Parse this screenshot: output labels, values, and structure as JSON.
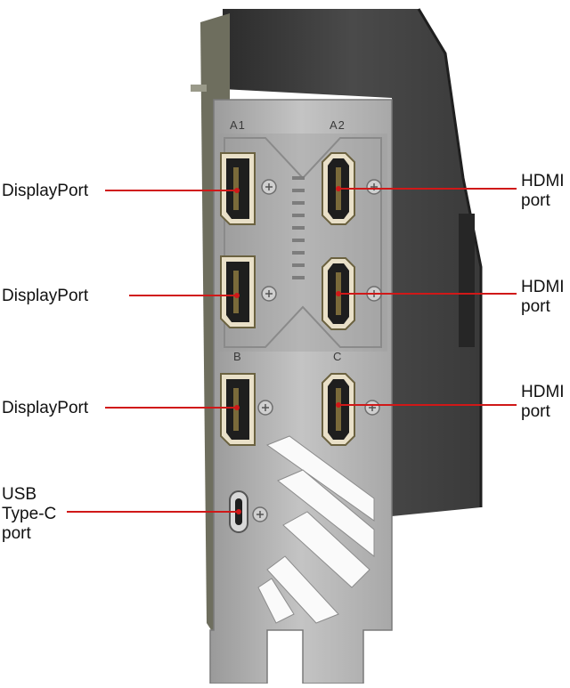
{
  "accent": "#d01818",
  "callouts": {
    "left": [
      {
        "text": "DisplayPort"
      },
      {
        "text": "DisplayPort"
      },
      {
        "text": "DisplayPort"
      },
      {
        "text": "USB\nType-C\nport"
      }
    ],
    "right": [
      {
        "text": "HDMI\nport"
      },
      {
        "text": "HDMI\nport"
      },
      {
        "text": "HDMI\nport"
      }
    ]
  },
  "bracket_labels": {
    "a1": "A1",
    "a2": "A2",
    "b": "B",
    "c": "C"
  }
}
